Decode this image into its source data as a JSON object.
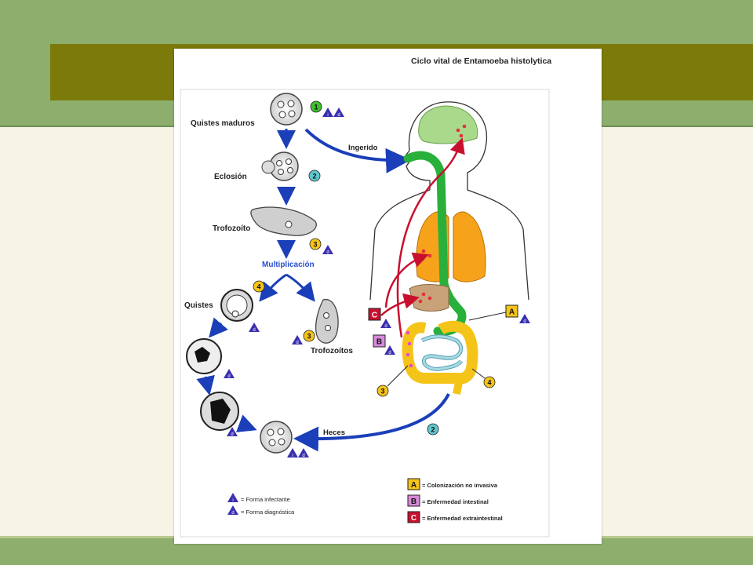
{
  "figure": {
    "title": "Ciclo vital de Entamoeba histolytica",
    "stages": {
      "mature_cysts": "Quistes maduros",
      "hatching": "Eclosión",
      "trophozoite": "Trofozoíto",
      "multiplication": "Multiplicación",
      "cysts": "Quistes",
      "trophozoites": "Trofozoítos"
    },
    "routes": {
      "ingested": "Ingerido",
      "feces": "Heces"
    },
    "step_numbers": [
      "1",
      "2",
      "3",
      "4"
    ],
    "form_marks": {
      "infective": "i",
      "diagnostic": "d"
    },
    "outcome_letters": [
      "A",
      "B",
      "C"
    ],
    "legend_forms": [
      {
        "mark": "i",
        "label": "= Forma infectante"
      },
      {
        "mark": "d",
        "label": "= Forma diagnóstica"
      }
    ],
    "legend_outcomes": [
      {
        "letter": "A",
        "label": "= Colonización no invasiva",
        "color": "#f5c419"
      },
      {
        "letter": "B",
        "label": "= Enfermedad intestinal",
        "color": "#d889d8"
      },
      {
        "letter": "C",
        "label": "= Enfermedad extraintestinal",
        "color": "#c8102e"
      }
    ],
    "colors": {
      "arrow_blue": "#1a3fb8",
      "arrow_red": "#c8102e",
      "step_1": "#3fbf2f",
      "step_2": "#5fc8cf",
      "step_3_4": "#f5c419",
      "form_triangle": "#3a2fb0",
      "multiplication_text": "#2a4fd0",
      "brain": "#a9d98a",
      "lungs": "#f7a21b",
      "digestive_tract": "#29b03a",
      "colon": "#f5c419",
      "small_intestine": "#a6dbe6"
    }
  },
  "slide": {
    "colors": {
      "background": "#f7f4e6",
      "top_band": "#8dae6d",
      "title_bar": "#7b7a0a",
      "bottom_band": "#8dae6d"
    }
  }
}
